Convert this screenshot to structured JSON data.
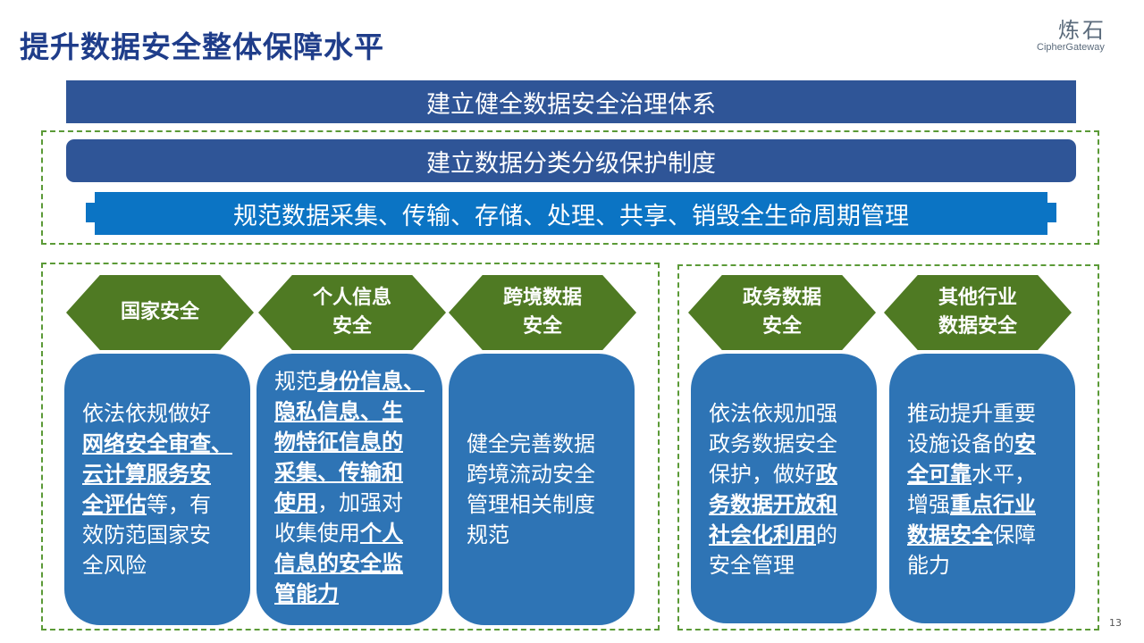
{
  "title": "提升数据安全整体保障水平",
  "logo": {
    "cn": "炼石",
    "en": "CipherGateway"
  },
  "bars": {
    "governance": "建立健全数据安全治理体系",
    "classification": "建立数据分类分级保护制度",
    "lifecycle": "规范数据采集、传输、存储、处理、共享、销毁全生命周期管理"
  },
  "categories": [
    {
      "label": "国家安全"
    },
    {
      "label": "个人信息\n安全"
    },
    {
      "label": "跨境数据\n安全"
    },
    {
      "label": "政务数据\n安全"
    },
    {
      "label": "其他行业\n数据安全"
    }
  ],
  "cards": [
    {
      "segments": [
        {
          "text": "依法依规做好\n",
          "bold": false
        },
        {
          "text": "网络安全审查、\n云计算服务安\n全评估",
          "bold": true
        },
        {
          "text": "等，有\n效防范国家安\n全风险",
          "bold": false
        }
      ]
    },
    {
      "segments": [
        {
          "text": "规范",
          "bold": false
        },
        {
          "text": "身份信息、\n隐私信息、生\n物特征信息的\n采集、传输和\n使用",
          "bold": true
        },
        {
          "text": "，加强对\n收集使用",
          "bold": false
        },
        {
          "text": "个人\n信息的安全监\n管能力",
          "bold": true
        }
      ]
    },
    {
      "segments": [
        {
          "text": "健全完善数据\n跨境流动安全\n管理相关制度\n规范",
          "bold": false
        }
      ]
    },
    {
      "segments": [
        {
          "text": "依法依规加强\n政务数据安全\n保护，做好",
          "bold": false
        },
        {
          "text": "政\n务数据开放和\n社会化利用",
          "bold": true
        },
        {
          "text": "的\n安全管理",
          "bold": false
        }
      ]
    },
    {
      "segments": [
        {
          "text": "推动提升重要\n设施设备的",
          "bold": false
        },
        {
          "text": "安\n全可靠",
          "bold": true
        },
        {
          "text": "水平，\n增强",
          "bold": false
        },
        {
          "text": "重点行业\n数据安全",
          "bold": true
        },
        {
          "text": "保障\n能力",
          "bold": false
        }
      ]
    }
  ],
  "page_number": "13",
  "colors": {
    "navy": "#2f5597",
    "blue": "#0b74c4",
    "green": "#4f7a23",
    "dash_green": "#5b9a37",
    "card_blue": "#2e74b5",
    "title": "#1f3d8a"
  }
}
